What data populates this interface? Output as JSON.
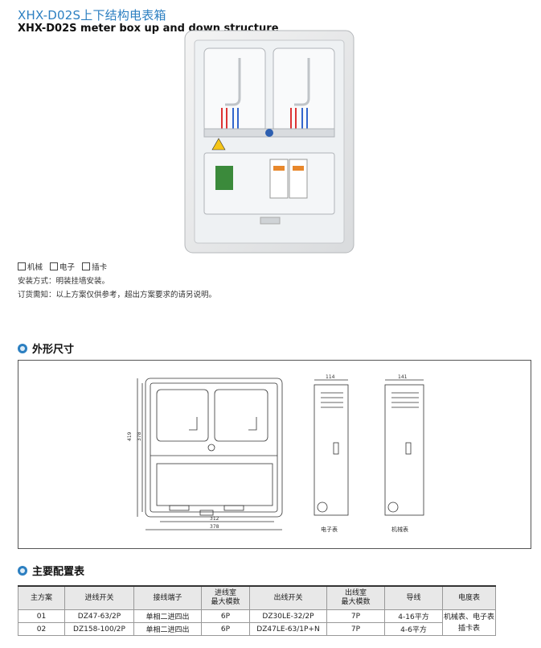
{
  "title_cn": "XHX-D02S上下结构电表箱",
  "title_en": "XHX-D02S meter box up and down structure",
  "options": [
    "机械",
    "电子",
    "插卡"
  ],
  "install": "安装方式：明装挂墙安装。",
  "order_note": "订货需知：以上方案仅供参考，超出方案要求的请另说明。",
  "section_dims": "外形尺寸",
  "section_config": "主要配置表",
  "drawing": {
    "width_outer": "378",
    "width_inner": "312",
    "height_outer": "419",
    "height_inner": "378",
    "depth_electronic": "114",
    "depth_mechanical": "141",
    "caption_electronic": "电子表",
    "caption_mechanical": "机械表"
  },
  "table": {
    "headers": [
      "主方案",
      "进线开关",
      "接线端子",
      "进线室\n最大模数",
      "出线开关",
      "出线室\n最大模数",
      "导线",
      "电度表"
    ],
    "rows": [
      [
        "01",
        "DZ47-63/2P",
        "单相二进四出",
        "6P",
        "DZ30LE-32/2P",
        "7P",
        "4-16平方"
      ],
      [
        "02",
        "DZ158-100/2P",
        "单相二进四出",
        "6P",
        "DZ47LE-63/1P+N",
        "7P",
        "4-6平方"
      ]
    ],
    "meter_note": "机械表、电子表插卡表"
  }
}
